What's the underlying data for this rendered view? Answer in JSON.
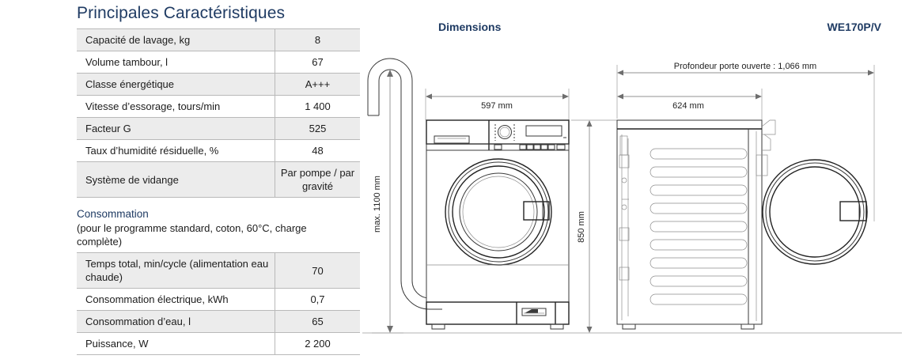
{
  "spec": {
    "title": "Principales Caractéristiques",
    "main_rows": [
      {
        "label": "Capacité de lavage, kg",
        "value": "8"
      },
      {
        "label": "Volume tambour, l",
        "value": "67"
      },
      {
        "label": "Classe énergétique",
        "value": "A+++"
      },
      {
        "label": "Vitesse d’essorage, tours/min",
        "value": "1 400"
      },
      {
        "label": "Facteur G",
        "value": "525"
      },
      {
        "label": "Taux d’humidité résiduelle, %",
        "value": "48"
      },
      {
        "label": "Système de vidange",
        "value": "Par pompe / par gravité"
      }
    ],
    "consumption_heading": "Consommation",
    "consumption_note": "(pour le programme standard, coton, 60°C, charge complète)",
    "consumption_rows": [
      {
        "label": "Temps total, min/cycle (alimentation eau chaude)",
        "value": "70"
      },
      {
        "label": "Consommation électrique, kWh",
        "value": "0,7"
      },
      {
        "label": "Consommation d’eau, l",
        "value": "65"
      },
      {
        "label": "Puissance, W",
        "value": "2 200"
      }
    ]
  },
  "drawing": {
    "heading": "Dimensions",
    "model": "WE170P/V",
    "labels": {
      "width": "597 mm",
      "height": "850 mm",
      "hose_height": "max. 1100 mm",
      "depth": "624 mm",
      "depth_door_open": "Profondeur porte ouverte : 1,066 mm"
    }
  },
  "colors": {
    "heading_navy": "#1f3b63",
    "row_shade": "#ececec",
    "table_border": "#b9b9b9",
    "line": "#3a3a3a"
  }
}
